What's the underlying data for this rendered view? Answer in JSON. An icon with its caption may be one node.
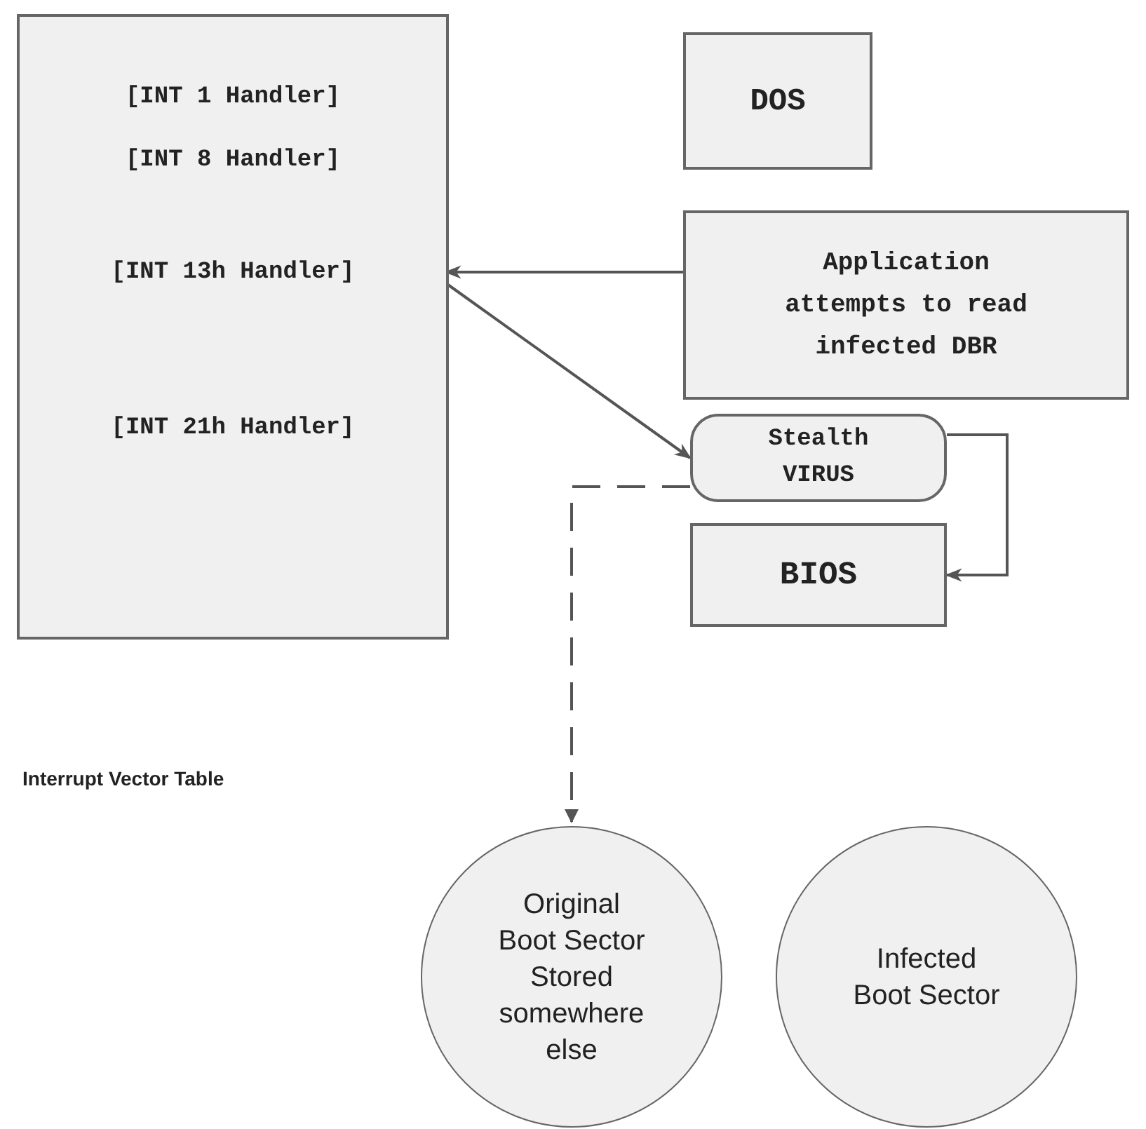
{
  "diagram": {
    "nodes": [
      {
        "text": [],
        "shape": "box"
      },
      {
        "text": [
          "[INT 1 Handler]"
        ],
        "in": 0
      },
      {
        "text": [
          "[INT 8 Handler]"
        ],
        "in": 0
      },
      {
        "text": [
          "[INT 13h Handler]"
        ],
        "in": 0
      },
      {
        "text": [
          "[INT 21h Handler]"
        ],
        "in": 0
      },
      {
        "text": [
          "DOS"
        ]
      },
      {
        "text": [
          "Application attempts to read infected DBR"
        ]
      },
      {
        "text": [
          "Stealth VIRUS"
        ]
      },
      {
        "text": [
          "BIOS"
        ]
      },
      {
        "text": [
          "Original Boot Sector Stored somewhere else"
        ]
      },
      {
        "text": [
          "Infected Boot Sector"
        ]
      }
    ],
    "edges": [
      {
        "from": 6,
        "to": 3,
        "arrow": "to"
      },
      {
        "from": 3,
        "to": 7,
        "arrow": "to"
      },
      {
        "from": 7,
        "to": 8,
        "arrow": "to"
      },
      {
        "from": 7,
        "to": 9,
        "arrow": "to",
        "style": "dashed"
      }
    ],
    "labels": [
      "Interrupt Vector Table"
    ]
  }
}
